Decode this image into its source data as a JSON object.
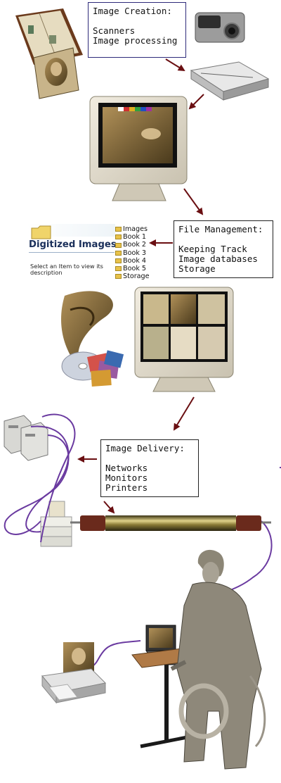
{
  "boxes": {
    "creation": {
      "title": "Image Creation:",
      "items": [
        "Scanners",
        "Image processing"
      ]
    },
    "management": {
      "title": "File Management:",
      "items": [
        "Keeping Track",
        "Image databases",
        "Storage"
      ]
    },
    "delivery": {
      "title": "Image Delivery:",
      "items": [
        "Networks",
        "Monitors",
        "Printers"
      ]
    }
  },
  "folder_window": {
    "title": "Digitized Images",
    "instruction": "Select an Item to view its description",
    "folders": [
      "Images",
      "Book 1",
      "Book 2",
      "Book 3",
      "Book 4",
      "Book 5",
      "Storage"
    ]
  },
  "colors": {
    "arrow": "#6a0f12",
    "cable": "#6a3aa0",
    "box_border_creation": "#2e2a7a"
  },
  "icons": [
    "book-icon",
    "portrait-icon",
    "camera-icon",
    "scanner-icon",
    "crt-monitor-icon",
    "folder-icon",
    "swirl-portrait-icon",
    "cd-icon",
    "floppy-disks-icon",
    "server-icon",
    "network-hub-icon",
    "network-cable-icon",
    "printer-icon",
    "laptop-icon",
    "fisherman-figure-icon"
  ]
}
